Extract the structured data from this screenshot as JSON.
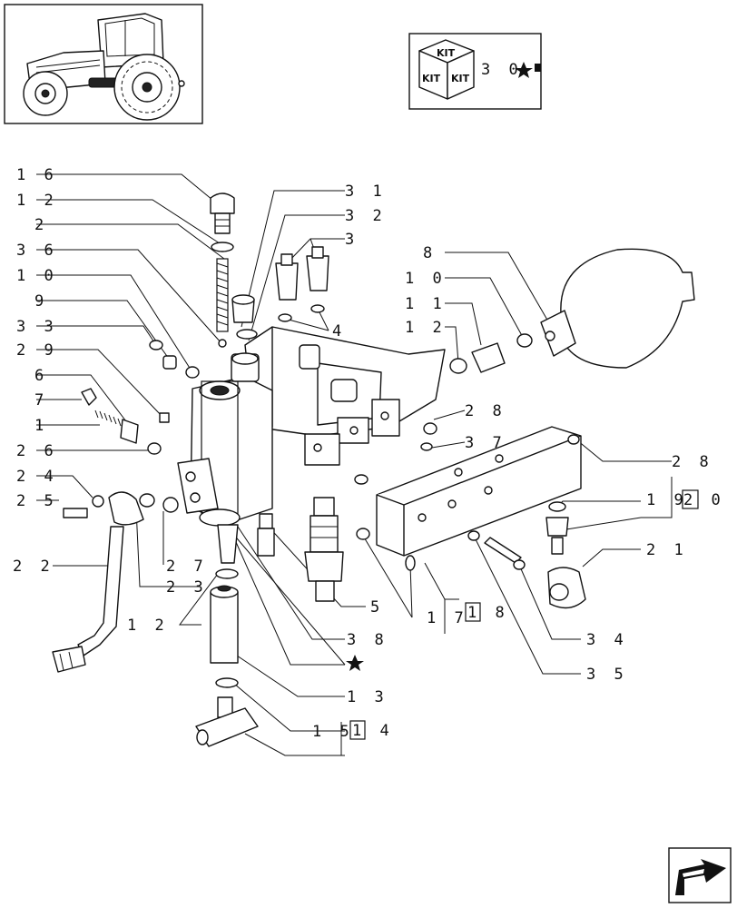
{
  "kit_legend": {
    "box_text": [
      "KIT",
      "KIT",
      "KIT"
    ],
    "reference": "3 0"
  },
  "labels": [
    {
      "name": "label-16",
      "text": "1 6"
    },
    {
      "name": "label-12-top",
      "text": "1 2"
    },
    {
      "name": "label-2",
      "text": "2"
    },
    {
      "name": "label-36",
      "text": "3 6"
    },
    {
      "name": "label-10-left",
      "text": "1 0"
    },
    {
      "name": "label-9",
      "text": "9"
    },
    {
      "name": "label-33",
      "text": "3 3"
    },
    {
      "name": "label-29",
      "text": "2 9"
    },
    {
      "name": "label-6",
      "text": "6"
    },
    {
      "name": "label-7",
      "text": "7"
    },
    {
      "name": "label-1",
      "text": "1"
    },
    {
      "name": "label-26",
      "text": "2 6"
    },
    {
      "name": "label-24",
      "text": "2 4"
    },
    {
      "name": "label-25",
      "text": "2 5"
    },
    {
      "name": "label-22",
      "text": "2 2"
    },
    {
      "name": "label-27",
      "text": "2 7"
    },
    {
      "name": "label-23",
      "text": "2 3"
    },
    {
      "name": "label-12-bottom",
      "text": "1 2"
    },
    {
      "name": "label-31",
      "text": "3 1"
    },
    {
      "name": "label-32",
      "text": "3 2"
    },
    {
      "name": "label-3",
      "text": "3"
    },
    {
      "name": "label-4",
      "text": "4"
    },
    {
      "name": "label-8",
      "text": "8"
    },
    {
      "name": "label-10-right",
      "text": "1 0"
    },
    {
      "name": "label-11",
      "text": "1 1"
    },
    {
      "name": "label-12-right",
      "text": "1 2"
    },
    {
      "name": "label-28-a",
      "text": "2 8"
    },
    {
      "name": "label-37",
      "text": "3 7"
    },
    {
      "name": "label-28-b",
      "text": "2 8"
    },
    {
      "name": "label-19",
      "text": "1 9"
    },
    {
      "name": "label-20",
      "text": "2 0"
    },
    {
      "name": "label-21",
      "text": "2 1"
    },
    {
      "name": "label-5",
      "text": "5"
    },
    {
      "name": "label-17",
      "text": "1 7"
    },
    {
      "name": "label-18",
      "text": "1 8"
    },
    {
      "name": "label-34",
      "text": "3 4"
    },
    {
      "name": "label-38",
      "text": "3 8"
    },
    {
      "name": "label-35",
      "text": "3 5"
    },
    {
      "name": "label-13",
      "text": "1 3"
    },
    {
      "name": "label-15",
      "text": "1 5"
    },
    {
      "name": "label-14",
      "text": "1 4"
    }
  ]
}
